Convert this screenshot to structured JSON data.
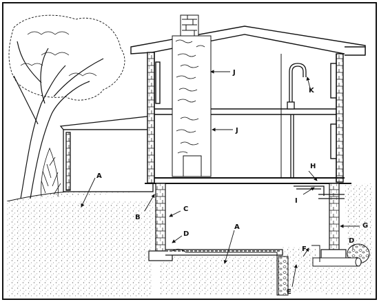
{
  "labels": {
    "A": "A",
    "B": "B",
    "C": "C",
    "D": "D",
    "E": "E",
    "F": "F",
    "G": "G",
    "H": "H",
    "I": "I",
    "J": "J",
    "K": "K"
  },
  "colors": {
    "ink": "#111111",
    "paper": "#ffffff",
    "soil": "#8a8a8a"
  }
}
